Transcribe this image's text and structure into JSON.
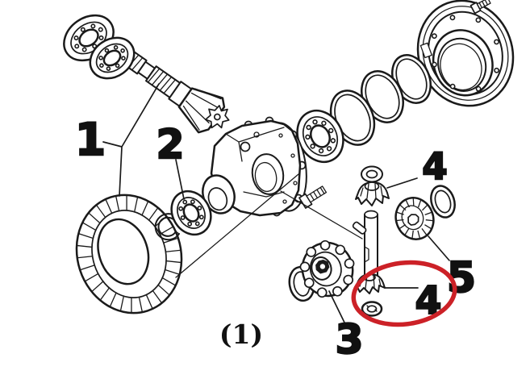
{
  "diagram": {
    "caption": "(1)",
    "background_color": "#ffffff",
    "line_color": "#1a1a1a",
    "highlight_color": "#cc2127",
    "callouts": {
      "c1": {
        "label": "1"
      },
      "c2": {
        "label": "2"
      },
      "c3": {
        "label": "3"
      },
      "c4_upper": {
        "label": "4"
      },
      "c4_circled": {
        "label": "4"
      },
      "c5": {
        "label": "5"
      }
    }
  }
}
